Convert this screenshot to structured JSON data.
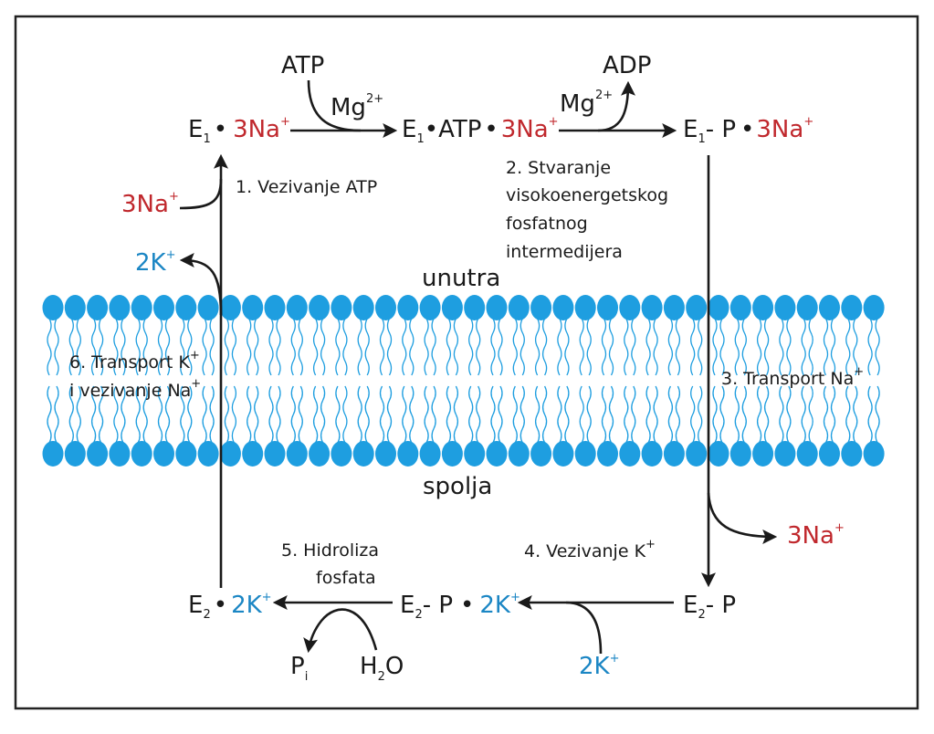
{
  "colors": {
    "sodium": "#c0282d",
    "potassium": "#1b86c4",
    "membrane": "#1e9ee0",
    "ink": "#1a1a1a"
  },
  "side_labels": {
    "inside": "unutra",
    "outside": "spolja"
  },
  "states": {
    "s1": {
      "e": "E",
      "e_sub": "1",
      "dot": "•",
      "ion": "3Na",
      "ion_sup": "+"
    },
    "s2": {
      "e": "E",
      "e_sub": "1",
      "dot1": "•",
      "mid": "ATP",
      "dot2": "•",
      "ion": "3Na",
      "ion_sup": "+"
    },
    "s3": {
      "e": "E",
      "e_sub": "1",
      "dash": "- P",
      "dot": "•",
      "ion": "3Na",
      "ion_sup": "+"
    },
    "s4": {
      "e": "E",
      "e_sub": "2",
      "dash": "- P"
    },
    "s5": {
      "e": "E",
      "e_sub": "2",
      "dash": "- P",
      "dot": "•",
      "ion": "2K",
      "ion_sup": "+"
    },
    "s6": {
      "e": "E",
      "e_sub": "2",
      "dot": "•",
      "ion": "2K",
      "ion_sup": "+"
    }
  },
  "reactants": {
    "atp": "ATP",
    "mg1": "Mg",
    "mg1_sup": "2+",
    "adp": "ADP",
    "mg2": "Mg",
    "mg2_sup": "2+",
    "na_out": "3Na",
    "na_out_sup": "+",
    "k_in": "2K",
    "k_in_sup": "+",
    "pi": "P",
    "pi_sub": "i",
    "water_h": "H",
    "water_sub": "2",
    "water_o": "O",
    "na_in": "3Na",
    "na_in_sup": "+",
    "k_release": "2K",
    "k_release_sup": "+"
  },
  "steps": {
    "step1": "1. Vezivanje ATP",
    "step2_l1": "2. Stvaranje",
    "step2_l2": "visokoenergetskog",
    "step2_l3": "fosfatnog",
    "step2_l4": "intermedijera",
    "step3": "3. Transport Na",
    "step3_sup": "+",
    "step4": "4. Vezivanje K",
    "step4_sup": "+",
    "step5_l1": "5. Hidroliza",
    "step5_l2": "fosfata",
    "step6_l1": "6. Transport K",
    "step6_l1_sup": "+",
    "step6_l2": "i vezivanje Na",
    "step6_l2_sup": "+"
  }
}
